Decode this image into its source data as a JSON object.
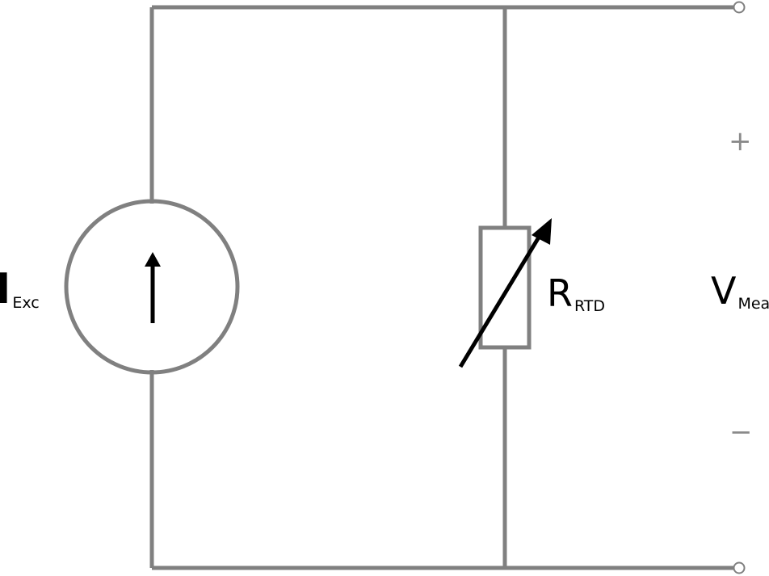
{
  "colors": {
    "wire": "#808080",
    "arrow": "#000000",
    "background": "#ffffff"
  },
  "labels": {
    "current_source": {
      "symbol": "I",
      "subscript": "Exc"
    },
    "rtd_resistor": {
      "symbol": "R",
      "subscript": "RTD"
    },
    "measured_voltage": {
      "symbol": "V",
      "subscript": "Meas"
    }
  },
  "terminals": {
    "positive_sign": "+",
    "negative_sign": "−"
  }
}
